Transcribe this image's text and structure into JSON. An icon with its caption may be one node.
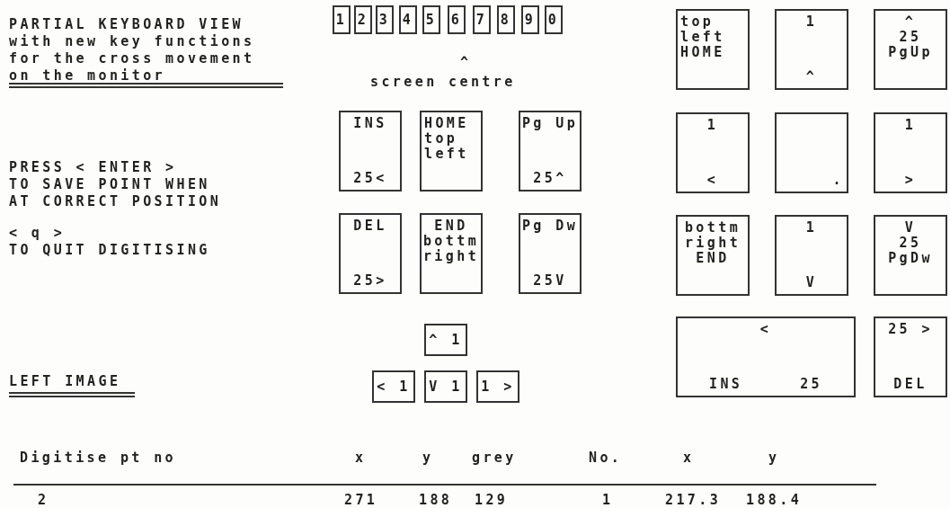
{
  "diagram": {
    "title": "PARTIAL KEYBOARD VIEW with new key functions for the cross movement on the monitor",
    "nodes": [
      {
        "text": [
          "1"
        ]
      },
      {
        "text": [
          "2"
        ]
      },
      {
        "text": [
          "3"
        ]
      },
      {
        "text": [
          "4"
        ]
      },
      {
        "text": [
          "5"
        ]
      },
      {
        "text": [
          "6"
        ]
      },
      {
        "text": [
          "7"
        ]
      },
      {
        "text": [
          "8"
        ]
      },
      {
        "text": [
          "9"
        ]
      },
      {
        "text": [
          "0"
        ]
      },
      {
        "text": [
          "top",
          "left",
          "HOME"
        ]
      },
      {
        "text": [
          "1",
          "^"
        ]
      },
      {
        "text": [
          "^",
          "25",
          "PgUp"
        ]
      },
      {
        "text": [
          "INS",
          "25<"
        ]
      },
      {
        "text": [
          "HOME",
          "top",
          "left"
        ]
      },
      {
        "text": [
          "Pg Up",
          "25^"
        ]
      },
      {
        "text": [
          "1",
          "<"
        ]
      },
      {
        "text": [
          "."
        ]
      },
      {
        "text": [
          "1",
          ">"
        ]
      },
      {
        "text": [
          "DEL",
          "25>"
        ]
      },
      {
        "text": [
          "END",
          "bottm",
          "right"
        ]
      },
      {
        "text": [
          "Pg Dw",
          "25V"
        ]
      },
      {
        "text": [
          "bottm",
          "right",
          "END"
        ]
      },
      {
        "text": [
          "1",
          "V"
        ]
      },
      {
        "text": [
          "V",
          "25",
          "PgDw"
        ]
      },
      {
        "text": [
          "^ 1"
        ]
      },
      {
        "text": [
          "<",
          "INS",
          "25"
        ]
      },
      {
        "text": [
          "25 >",
          "DEL"
        ]
      },
      {
        "text": [
          "< 1"
        ]
      },
      {
        "text": [
          "V 1"
        ]
      },
      {
        "text": [
          "1 >"
        ]
      }
    ],
    "labels": [
      "^",
      "screen centre",
      "PRESS < ENTER >",
      "TO SAVE POINT WHEN",
      "AT CORRECT POSITION",
      "< q >",
      "TO QUIT DIGITISING",
      "LEFT IMAGE",
      "Digitise pt no",
      "x",
      "y",
      "grey",
      "No.",
      "x",
      "y",
      "2",
      "271",
      "188",
      "129",
      "1",
      "217.3",
      "188.4"
    ]
  }
}
